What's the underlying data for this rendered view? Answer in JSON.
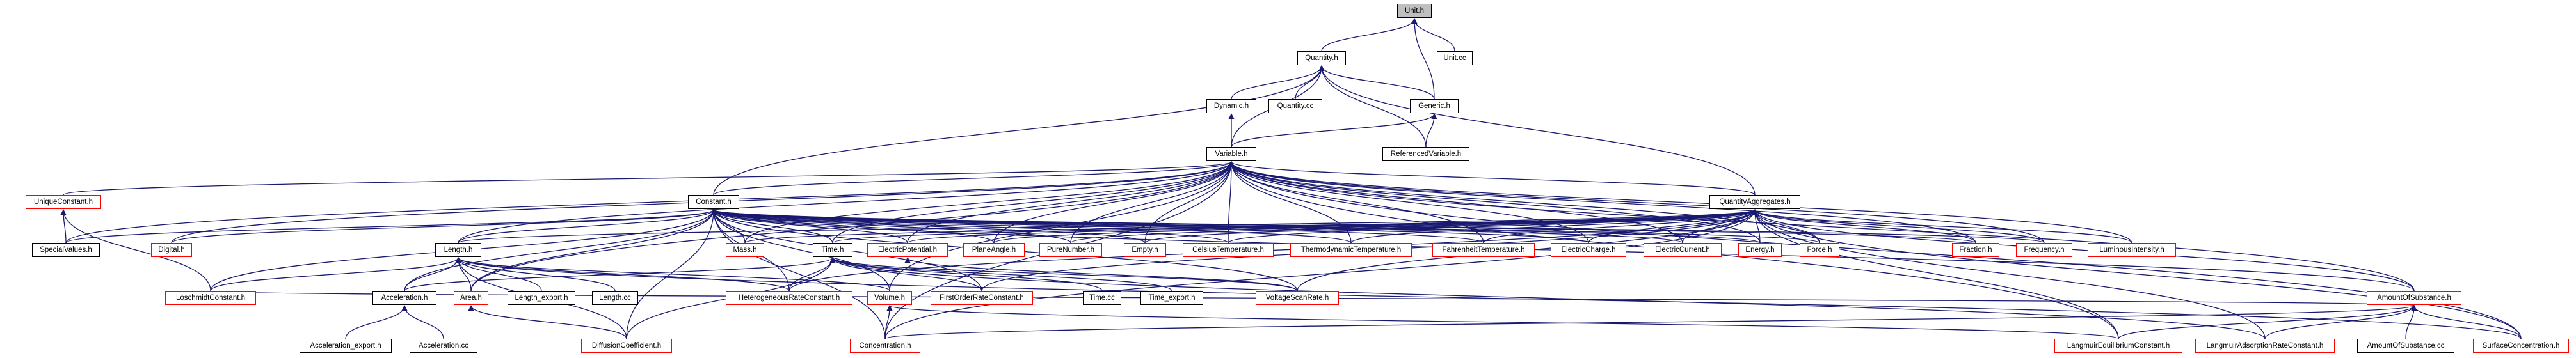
{
  "title": "",
  "colors": {
    "edge": "#191970",
    "black_border": "#000000",
    "red_border": "#ff0000",
    "root_fill": "#bfbfbf"
  },
  "nodes": {
    "unit_h": "Unit.h",
    "quantity_h": "Quantity.h",
    "unit_cc": "Unit.cc",
    "dynamic_h": "Dynamic.h",
    "quantity_cc": "Quantity.cc",
    "generic_h": "Generic.h",
    "variable_h": "Variable.h",
    "referencedvariable_h": "ReferencedVariable.h",
    "uniqueconstant_h": "UniqueConstant.h",
    "constant_h": "Constant.h",
    "quantityaggregates_h": "QuantityAggregates.h",
    "specialvalues_h": "SpecialValues.h",
    "digital_h": "Digital.h",
    "length_h": "Length.h",
    "mass_h": "Mass.h",
    "time_h": "Time.h",
    "electricpotential_h": "ElectricPotential.h",
    "planeangle_h": "PlaneAngle.h",
    "purenumber_h": "PureNumber.h",
    "empty_h": "Empty.h",
    "celsiustemperature_h": "CelsiusTemperature.h",
    "thermodynamictemperature_h": "ThermodynamicTemperature.h",
    "fahrenheittemperature_h": "FahrenheitTemperature.h",
    "electriccharge_h": "ElectricCharge.h",
    "electriccurrent_h": "ElectricCurrent.h",
    "energy_h": "Energy.h",
    "force_h": "Force.h",
    "fraction_h": "Fraction.h",
    "frequency_h": "Frequency.h",
    "luminousintensity_h": "LuminousIntensity.h",
    "loschmidtconstant_h": "LoschmidtConstant.h",
    "acceleration_h": "Acceleration.h",
    "area_h": "Area.h",
    "length_export_h": "Length_export.h",
    "length_cc": "Length.cc",
    "heterogeneousrateconstant_h": "HeterogeneousRateConstant.h",
    "volume_h": "Volume.h",
    "firstorderrateconstant_h": "FirstOrderRateConstant.h",
    "time_cc": "Time.cc",
    "time_export_h": "Time_export.h",
    "voltagescanrate_h": "VoltageScanRate.h",
    "amountofsubstance_h": "AmountOfSubstance.h",
    "acceleration_export_h": "Acceleration_export.h",
    "acceleration_cc": "Acceleration.cc",
    "diffusioncoefficient_h": "DiffusionCoefficient.h",
    "concentration_h": "Concentration.h",
    "langmuirequilibriumconstant_h": "LangmuirEquilibriumConstant.h",
    "langmuiradsorptionrateconstant_h": "LangmuirAdsorptionRateConstant.h",
    "amountofsubstance_cc": "AmountOfSubstance.cc",
    "surfaceconcentration_h": "SurfaceConcentration.h"
  },
  "edges": [
    [
      "quantity_h",
      "unit_h"
    ],
    [
      "unit_cc",
      "unit_h"
    ],
    [
      "generic_h",
      "unit_h"
    ],
    [
      "dynamic_h",
      "quantity_h"
    ],
    [
      "quantity_cc",
      "quantity_h"
    ],
    [
      "generic_h",
      "quantity_h"
    ],
    [
      "variable_h",
      "quantity_h"
    ],
    [
      "referencedvariable_h",
      "quantity_h"
    ],
    [
      "constant_h",
      "quantity_h"
    ],
    [
      "quantityaggregates_h",
      "quantity_h"
    ],
    [
      "referencedvariable_h",
      "generic_h"
    ],
    [
      "variable_h",
      "generic_h"
    ],
    [
      "variable_h",
      "dynamic_h"
    ],
    [
      "constant_h",
      "variable_h"
    ],
    [
      "quantityaggregates_h",
      "variable_h"
    ],
    [
      "uniqueconstant_h",
      "variable_h"
    ],
    [
      "specialvalues_h",
      "variable_h"
    ],
    [
      "digital_h",
      "variable_h"
    ],
    [
      "length_h",
      "variable_h"
    ],
    [
      "mass_h",
      "variable_h"
    ],
    [
      "time_h",
      "variable_h"
    ],
    [
      "electricpotential_h",
      "variable_h"
    ],
    [
      "planeangle_h",
      "variable_h"
    ],
    [
      "purenumber_h",
      "variable_h"
    ],
    [
      "empty_h",
      "variable_h"
    ],
    [
      "celsiustemperature_h",
      "variable_h"
    ],
    [
      "thermodynamictemperature_h",
      "variable_h"
    ],
    [
      "fahrenheittemperature_h",
      "variable_h"
    ],
    [
      "electriccharge_h",
      "variable_h"
    ],
    [
      "electriccurrent_h",
      "variable_h"
    ],
    [
      "energy_h",
      "variable_h"
    ],
    [
      "force_h",
      "variable_h"
    ],
    [
      "fraction_h",
      "variable_h"
    ],
    [
      "frequency_h",
      "variable_h"
    ],
    [
      "luminousintensity_h",
      "variable_h"
    ],
    [
      "area_h",
      "variable_h"
    ],
    [
      "volume_h",
      "variable_h"
    ],
    [
      "amountofsubstance_h",
      "variable_h"
    ],
    [
      "surfaceconcentration_h",
      "variable_h"
    ],
    [
      "langmuirequilibriumconstant_h",
      "variable_h"
    ],
    [
      "concentration_h",
      "variable_h"
    ],
    [
      "specialvalues_h",
      "uniqueconstant_h"
    ],
    [
      "loschmidtconstant_h",
      "uniqueconstant_h"
    ],
    [
      "specialvalues_h",
      "constant_h"
    ],
    [
      "digital_h",
      "constant_h"
    ],
    [
      "length_h",
      "constant_h"
    ],
    [
      "mass_h",
      "constant_h"
    ],
    [
      "time_h",
      "constant_h"
    ],
    [
      "electricpotential_h",
      "constant_h"
    ],
    [
      "planeangle_h",
      "constant_h"
    ],
    [
      "purenumber_h",
      "constant_h"
    ],
    [
      "empty_h",
      "constant_h"
    ],
    [
      "celsiustemperature_h",
      "constant_h"
    ],
    [
      "thermodynamictemperature_h",
      "constant_h"
    ],
    [
      "fahrenheittemperature_h",
      "constant_h"
    ],
    [
      "electriccharge_h",
      "constant_h"
    ],
    [
      "electriccurrent_h",
      "constant_h"
    ],
    [
      "energy_h",
      "constant_h"
    ],
    [
      "force_h",
      "constant_h"
    ],
    [
      "fraction_h",
      "constant_h"
    ],
    [
      "frequency_h",
      "constant_h"
    ],
    [
      "acceleration_h",
      "constant_h"
    ],
    [
      "area_h",
      "constant_h"
    ],
    [
      "heterogeneousrateconstant_h",
      "constant_h"
    ],
    [
      "firstorderrateconstant_h",
      "constant_h"
    ],
    [
      "volume_h",
      "constant_h"
    ],
    [
      "diffusioncoefficient_h",
      "constant_h"
    ],
    [
      "concentration_h",
      "constant_h"
    ],
    [
      "amountofsubstance_h",
      "constant_h"
    ],
    [
      "voltagescanrate_h",
      "constant_h"
    ],
    [
      "loschmidtconstant_h",
      "constant_h"
    ],
    [
      "length_h",
      "quantityaggregates_h"
    ],
    [
      "mass_h",
      "quantityaggregates_h"
    ],
    [
      "time_h",
      "quantityaggregates_h"
    ],
    [
      "electricpotential_h",
      "quantityaggregates_h"
    ],
    [
      "planeangle_h",
      "quantityaggregates_h"
    ],
    [
      "purenumber_h",
      "quantityaggregates_h"
    ],
    [
      "empty_h",
      "quantityaggregates_h"
    ],
    [
      "celsiustemperature_h",
      "quantityaggregates_h"
    ],
    [
      "thermodynamictemperature_h",
      "quantityaggregates_h"
    ],
    [
      "fahrenheittemperature_h",
      "quantityaggregates_h"
    ],
    [
      "electriccharge_h",
      "quantityaggregates_h"
    ],
    [
      "electriccurrent_h",
      "quantityaggregates_h"
    ],
    [
      "energy_h",
      "quantityaggregates_h"
    ],
    [
      "force_h",
      "quantityaggregates_h"
    ],
    [
      "fraction_h",
      "quantityaggregates_h"
    ],
    [
      "frequency_h",
      "quantityaggregates_h"
    ],
    [
      "luminousintensity_h",
      "quantityaggregates_h"
    ],
    [
      "heterogeneousrateconstant_h",
      "quantityaggregates_h"
    ],
    [
      "firstorderrateconstant_h",
      "quantityaggregates_h"
    ],
    [
      "voltagescanrate_h",
      "quantityaggregates_h"
    ],
    [
      "amountofsubstance_h",
      "quantityaggregates_h"
    ],
    [
      "langmuirequilibriumconstant_h",
      "quantityaggregates_h"
    ],
    [
      "langmuiradsorptionrateconstant_h",
      "quantityaggregates_h"
    ],
    [
      "surfaceconcentration_h",
      "quantityaggregates_h"
    ],
    [
      "concentration_h",
      "quantityaggregates_h"
    ],
    [
      "loschmidtconstant_h",
      "length_h"
    ],
    [
      "acceleration_h",
      "length_h"
    ],
    [
      "area_h",
      "length_h"
    ],
    [
      "length_export_h",
      "length_h"
    ],
    [
      "length_cc",
      "length_h"
    ],
    [
      "heterogeneousrateconstant_h",
      "length_h"
    ],
    [
      "volume_h",
      "length_h"
    ],
    [
      "diffusioncoefficient_h",
      "length_h"
    ],
    [
      "surfaceconcentration_h",
      "length_h"
    ],
    [
      "heterogeneousrateconstant_h",
      "time_h"
    ],
    [
      "firstorderrateconstant_h",
      "time_h"
    ],
    [
      "time_cc",
      "time_h"
    ],
    [
      "time_export_h",
      "time_h"
    ],
    [
      "voltagescanrate_h",
      "time_h"
    ],
    [
      "acceleration_h",
      "time_h"
    ],
    [
      "diffusioncoefficient_h",
      "time_h"
    ],
    [
      "langmuiradsorptionrateconstant_h",
      "time_h"
    ],
    [
      "voltagescanrate_h",
      "electricpotential_h"
    ],
    [
      "acceleration_export_h",
      "acceleration_h"
    ],
    [
      "acceleration_cc",
      "acceleration_h"
    ],
    [
      "diffusioncoefficient_h",
      "area_h"
    ],
    [
      "concentration_h",
      "volume_h"
    ],
    [
      "langmuirequilibriumconstant_h",
      "volume_h"
    ],
    [
      "concentration_h",
      "amountofsubstance_h"
    ],
    [
      "langmuirequilibriumconstant_h",
      "amountofsubstance_h"
    ],
    [
      "langmuiradsorptionrateconstant_h",
      "amountofsubstance_h"
    ],
    [
      "amountofsubstance_cc",
      "amountofsubstance_h"
    ],
    [
      "surfaceconcentration_h",
      "amountofsubstance_h"
    ],
    [
      "loschmidtconstant_h",
      "amountofsubstance_h"
    ]
  ]
}
